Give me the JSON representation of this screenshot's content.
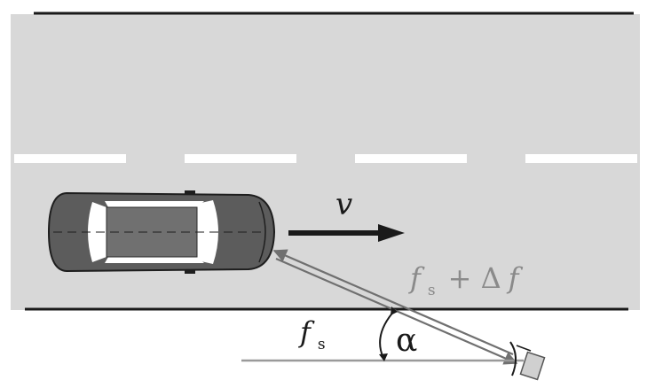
{
  "labels": {
    "velocity": "v",
    "reflected_freq_base": "f",
    "reflected_freq_sub": "s",
    "reflected_freq_plus": "+ Δ",
    "reflected_freq_delta": "f",
    "emitted_freq_base": "f",
    "emitted_freq_sub": "s",
    "angle": "α"
  },
  "colors": {
    "road": "#d8d8d8",
    "edge_line": "#1a1a1a",
    "lane_marking": "#ffffff",
    "car_body": "#5c5c5c",
    "car_outline": "#1e1e1e",
    "window": "#ffffff",
    "roof": "#707070",
    "arrow": "#1a1a1a",
    "beam": "#707070",
    "reflected_label": "#8a8a8a",
    "baseline": "#9a9a9a",
    "sensor": "#d0d0d0"
  },
  "icons": {
    "car": "car-top-view-icon",
    "sensor": "radar-sensor-icon"
  }
}
